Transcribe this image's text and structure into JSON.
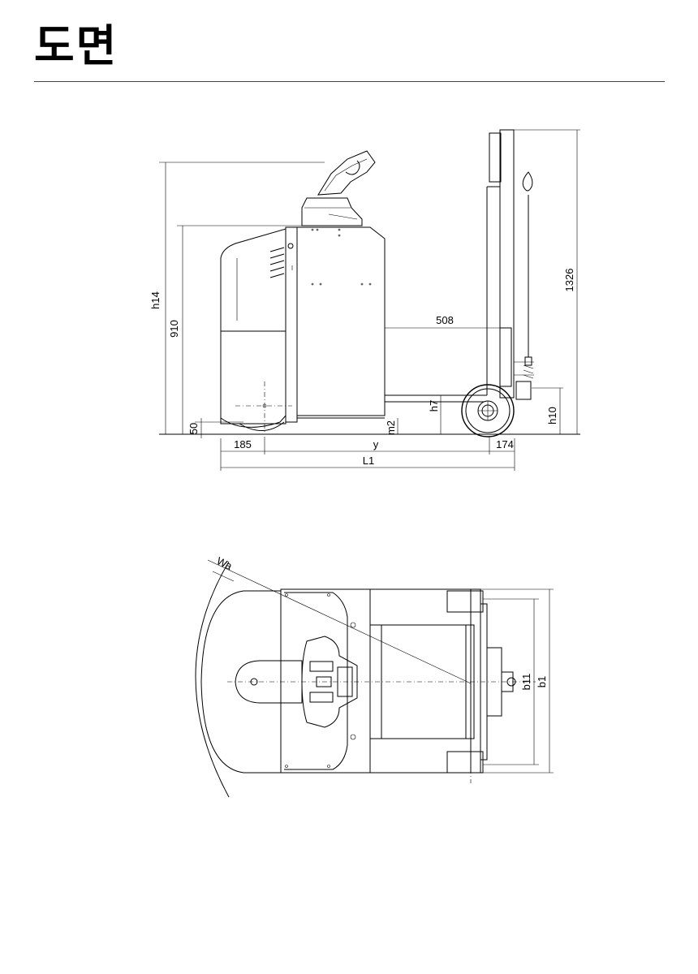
{
  "page": {
    "title": "도면"
  },
  "side_view": {
    "labels": {
      "h14": "h14",
      "h910": "910",
      "h50": "50",
      "d185": "185",
      "y": "y",
      "d174": "174",
      "L1": "L1",
      "m2": "m2",
      "h7": "h7",
      "h10": "h10",
      "d508": "508",
      "d1326": "1326"
    }
  },
  "top_view": {
    "labels": {
      "Wa": "Wa",
      "b11": "b11",
      "b1": "b1"
    }
  }
}
